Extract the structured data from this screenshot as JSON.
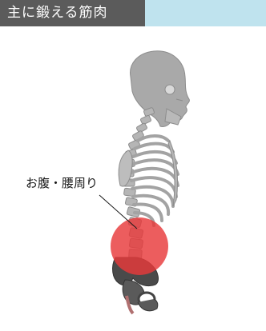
{
  "header": {
    "title": "主に鍛える筋肉",
    "bar_color": "#5b5b5b",
    "accent_color": "#bfe3ee"
  },
  "figure": {
    "subject": "skeleton-side-view",
    "callout_label": "お腹・腰周り",
    "highlight_color": "#e8393a",
    "bone_color": "#a9a9a9"
  }
}
